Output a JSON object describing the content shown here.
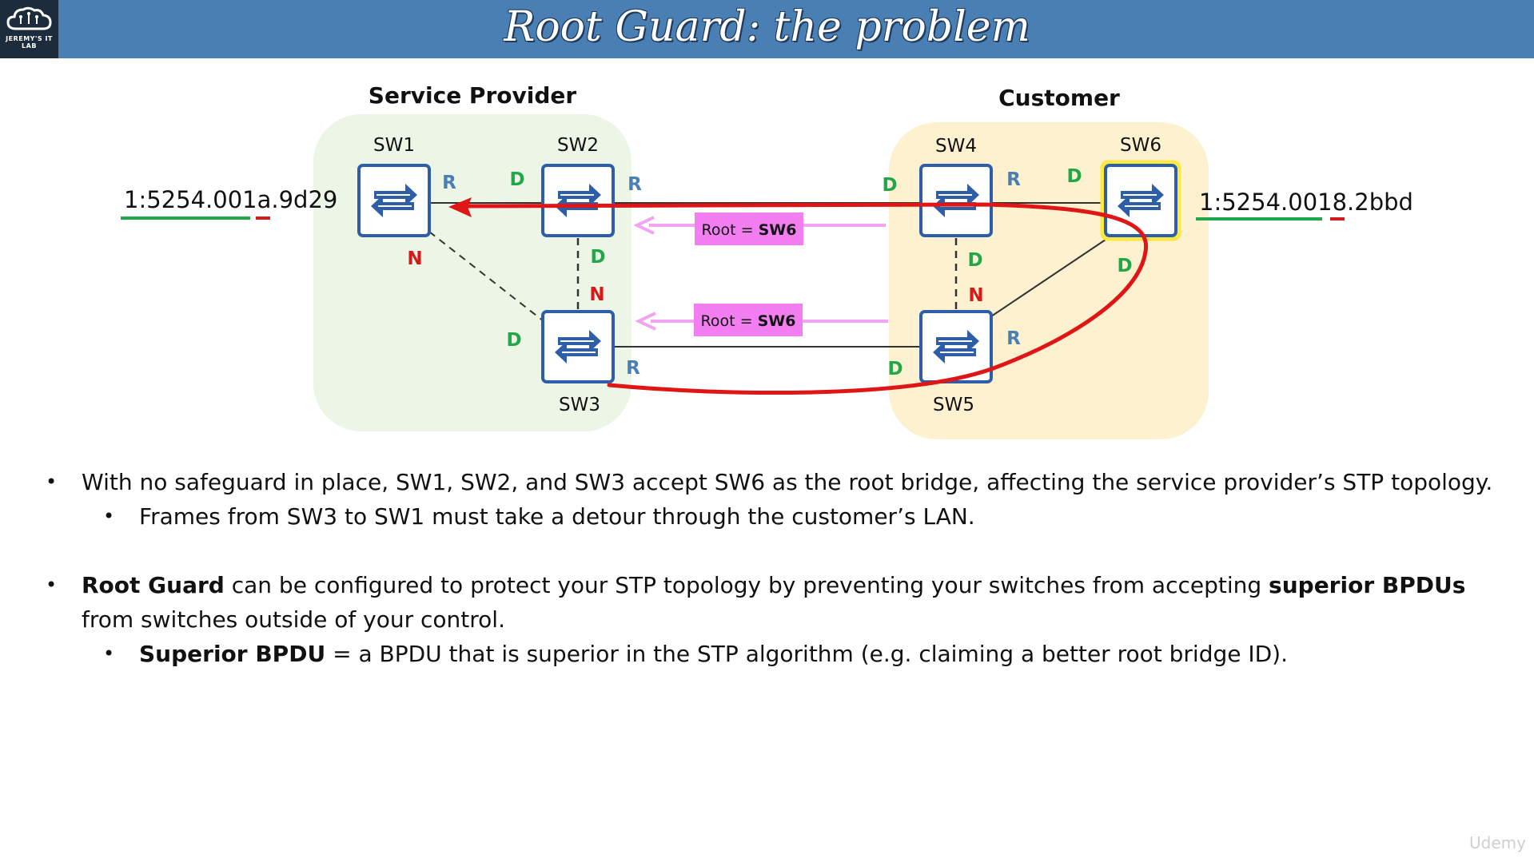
{
  "slide": {
    "title": "Root Guard: the problem",
    "logo_text": "JEREMY'S IT LAB",
    "watermark": "Udemy"
  },
  "diagram": {
    "groups": {
      "provider": "Service Provider",
      "customer": "Customer"
    },
    "switches": {
      "sw1": "SW1",
      "sw2": "SW2",
      "sw3": "SW3",
      "sw4": "SW4",
      "sw5": "SW5",
      "sw6": "SW6"
    },
    "bridge_ids": {
      "sw1": "1:5254.001a.9d29",
      "sw6": "1:5254.0018.2bbd"
    },
    "bpdu_label": {
      "prefix": "Root = ",
      "switch": "SW6"
    },
    "port_roles": {
      "root": "R",
      "designated": "D",
      "non_designated": "N"
    },
    "colors": {
      "provider_bg": "#edf5e6",
      "customer_bg": "#fdf1cf",
      "switch_blue": "#2f5ea8",
      "root_port": "#4a7fb4",
      "designated_port": "#22a64a",
      "non_designated_port": "#d41a1a",
      "bpdu_arrow": "#f2a3f2",
      "bpdu_box": "#f27ef2",
      "path": "#e01515",
      "highlight": "#ffe840"
    }
  },
  "bullets": {
    "b1": "With no safeguard in place, SW1, SW2, and SW3 accept SW6 as the root bridge, affecting the service provider’s STP topology.",
    "b1_sub": "Frames from SW3 to SW1 must take a detour through the customer’s LAN.",
    "b2_bold1": "Root Guard",
    "b2_mid": " can be configured to protect your STP topology by preventing your switches from accepting ",
    "b2_bold2": "superior BPDUs",
    "b2_end": " from switches outside of your control.",
    "b2_sub_bold": "Superior BPDU",
    "b2_sub_rest": " = a BPDU that is superior in the STP algorithm (e.g. claiming a better root bridge ID)."
  }
}
